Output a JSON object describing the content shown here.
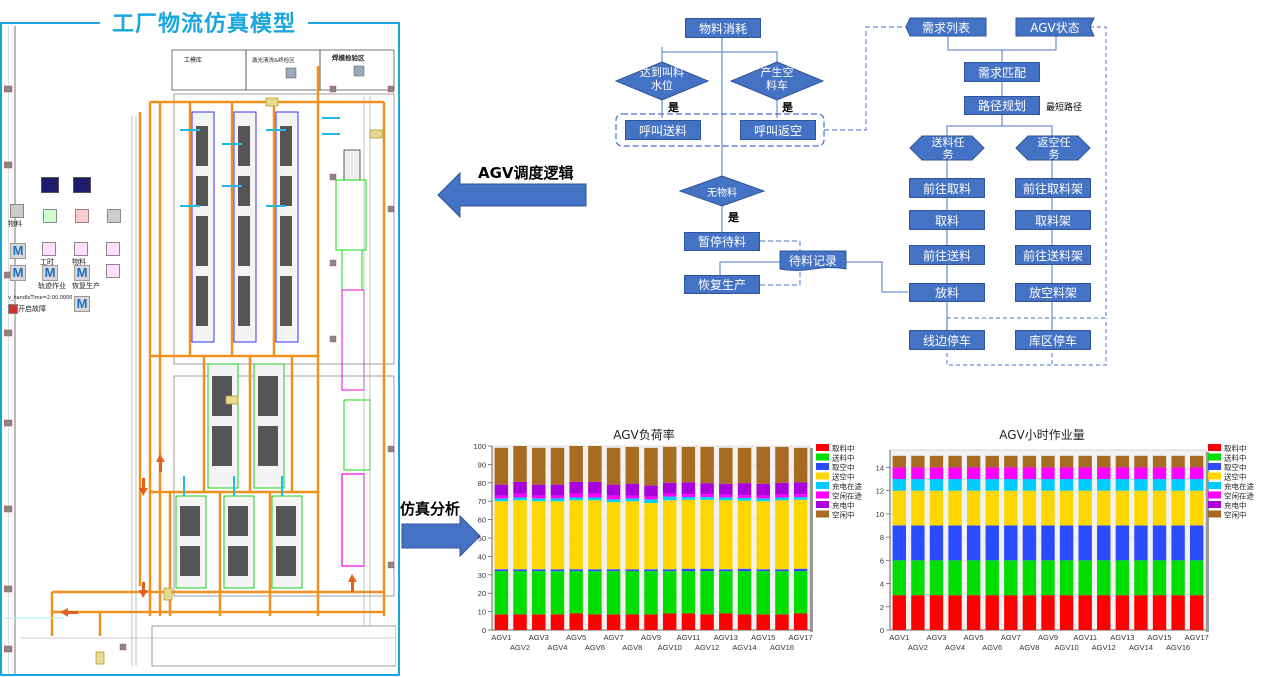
{
  "left_panel": {
    "title": "工厂物流仿真模型",
    "areas": [
      "工模库",
      "激光清洗&终检区",
      "焊模检验区"
    ],
    "library_labels": [
      "物料",
      "工时",
      "物料",
      "轨迹作业",
      "恢复生产"
    ],
    "param_text": "v_handleTime=2:00.0000",
    "button_label": "开启故障"
  },
  "arrows": {
    "agv_logic_label": "AGV调度逻辑",
    "sim_analysis_label": "仿真分析"
  },
  "flowchart": {
    "material_consume": "物料消耗",
    "reach_call_level": "达到叫料水位",
    "gen_empty_cart": "产生空料车",
    "yes1": "是",
    "yes2": "是",
    "call_deliver": "呼叫送料",
    "call_return": "呼叫返空",
    "no_material": "无物料",
    "yes3": "是",
    "pause_wait": "暂停待料",
    "wait_record": "待料记录",
    "resume_prod": "恢复生产",
    "demand_list": "需求列表",
    "agv_status": "AGV状态",
    "demand_match": "需求匹配",
    "path_plan": "路径规划",
    "shortest_path": "最短路径",
    "deliver_task": "送料任务",
    "return_task": "返空任务",
    "go_pick": "前往取料",
    "pick": "取料",
    "go_deliver": "前往送料",
    "unload": "放料",
    "line_park": "线边停车",
    "go_pick_rack": "前往取料架",
    "pick_rack": "取料架",
    "go_deliver_rack": "前往送料架",
    "unload_empty_rack": "放空料架",
    "store_park": "库区停车"
  },
  "chart_data": [
    {
      "type": "bar",
      "stacked": true,
      "title": "AGV负荷率",
      "xlabel": "",
      "ylabel": "",
      "ylim": [
        0,
        100
      ],
      "yticks": [
        0,
        10,
        20,
        30,
        40,
        50,
        60,
        70,
        80,
        90,
        100
      ],
      "grid": true,
      "legend_position": "right",
      "categories": [
        "AGV1",
        "AGV2",
        "AGV3",
        "AGV4",
        "AGV5",
        "AGV6",
        "AGV7",
        "AGV8",
        "AGV9",
        "AGV10",
        "AGV11",
        "AGV12",
        "AGV13",
        "AGV14",
        "AGV15",
        "AGV16",
        "AGV17"
      ],
      "series": [
        {
          "name": "取料中",
          "color": "#ff0000",
          "values": [
            8.5,
            8.5,
            8.5,
            8.5,
            9,
            8.5,
            8.5,
            8.5,
            8.5,
            9,
            9,
            8.5,
            9,
            8.5,
            8.5,
            8.5,
            9
          ]
        },
        {
          "name": "送料中",
          "color": "#00dd00",
          "values": [
            23.5,
            23.5,
            23.5,
            23.5,
            23,
            23.5,
            23.5,
            23.5,
            23.5,
            23,
            23,
            23.5,
            23,
            23.5,
            23.5,
            23.5,
            23
          ]
        },
        {
          "name": "取空中",
          "color": "#2a4bff",
          "values": [
            1,
            1,
            1,
            1,
            1,
            1,
            1,
            1,
            1,
            1,
            1.3,
            1.3,
            1,
            1.3,
            1,
            1,
            1.3
          ]
        },
        {
          "name": "送空中",
          "color": "#ffd700",
          "values": [
            37,
            37.5,
            37,
            37,
            37.5,
            37.5,
            36.5,
            37,
            36,
            37.5,
            37.5,
            37.5,
            37.5,
            37,
            37,
            37.5,
            37.5
          ]
        },
        {
          "name": "充电在途",
          "color": "#00ccff",
          "values": [
            1.5,
            1.5,
            1.5,
            1.5,
            1.5,
            1.5,
            1.5,
            1.5,
            2,
            2,
            1.5,
            1.5,
            1.5,
            1.5,
            1.5,
            1.5,
            1.5
          ]
        },
        {
          "name": "空闲在途",
          "color": "#ff00ff",
          "values": [
            1.5,
            2,
            1.5,
            1.5,
            2,
            2,
            2,
            1.5,
            1.5,
            1.5,
            1.5,
            1.5,
            1.5,
            1.5,
            1.5,
            1.5,
            1.5
          ]
        },
        {
          "name": "充电中",
          "color": "#aa00dd",
          "values": [
            6,
            6.5,
            6,
            6,
            6.5,
            6.5,
            6,
            6.5,
            6,
            6,
            6.5,
            6,
            6,
            6.5,
            6.5,
            6.5,
            6.5
          ]
        },
        {
          "name": "空闲中",
          "color": "#a86b22",
          "values": [
            20,
            19.5,
            20,
            20,
            19.5,
            19.5,
            20,
            20,
            20.5,
            19.5,
            19.2,
            19.7,
            19.5,
            19.2,
            20,
            19.5,
            18.7
          ]
        }
      ]
    },
    {
      "type": "bar",
      "stacked": true,
      "title": "AGV小时作业量",
      "xlabel": "",
      "ylabel": "",
      "ylim": [
        0,
        15.5
      ],
      "yticks": [
        0,
        2,
        4,
        6,
        8,
        10,
        12,
        14
      ],
      "grid": true,
      "legend_position": "right",
      "categories": [
        "AGV1",
        "AGV2",
        "AGV3",
        "AGV4",
        "AGV5",
        "AGV6",
        "AGV7",
        "AGV8",
        "AGV9",
        "AGV10",
        "AGV11",
        "AGV12",
        "AGV13",
        "AGV14",
        "AGV15",
        "AGV16",
        "AGV17"
      ],
      "series": [
        {
          "name": "取料中",
          "color": "#ff0000",
          "values": [
            3,
            3,
            3,
            3,
            3,
            3,
            3,
            3,
            3,
            3,
            3,
            3,
            3,
            3,
            3,
            3,
            3
          ]
        },
        {
          "name": "送料中",
          "color": "#00dd00",
          "values": [
            3,
            3,
            3,
            3,
            3,
            3,
            3,
            3,
            3,
            3,
            3,
            3,
            3,
            3,
            3,
            3,
            3
          ]
        },
        {
          "name": "取空中",
          "color": "#2a4bff",
          "values": [
            3,
            3,
            3,
            3,
            3,
            3,
            3,
            3,
            3,
            3,
            3,
            3,
            3,
            3,
            3,
            3,
            3
          ]
        },
        {
          "name": "送空中",
          "color": "#ffd700",
          "values": [
            3,
            3,
            3,
            3,
            3,
            3,
            3,
            3,
            3,
            3,
            3,
            3,
            3,
            3,
            3,
            3,
            3
          ]
        },
        {
          "name": "充电在途",
          "color": "#00ccff",
          "values": [
            1,
            1,
            1,
            1,
            1,
            1,
            1,
            1,
            1,
            1,
            1,
            1,
            1,
            1,
            1,
            1,
            1
          ]
        },
        {
          "name": "空闲在途",
          "color": "#ff00ff",
          "values": [
            1,
            1,
            1,
            1,
            1,
            1,
            1,
            1,
            1,
            1,
            1,
            1,
            1,
            1,
            1,
            1,
            1
          ]
        },
        {
          "name": "充电中",
          "color": "#aa00dd",
          "values": [
            0,
            0,
            0,
            0,
            0,
            0,
            0,
            0,
            0,
            0,
            0,
            0,
            0,
            0,
            0,
            0,
            0
          ]
        },
        {
          "name": "空闲中",
          "color": "#a86b22",
          "values": [
            1,
            1,
            1,
            1,
            1,
            1,
            1,
            1,
            1,
            1,
            1,
            1,
            1,
            1,
            1,
            1,
            1
          ]
        }
      ]
    }
  ]
}
